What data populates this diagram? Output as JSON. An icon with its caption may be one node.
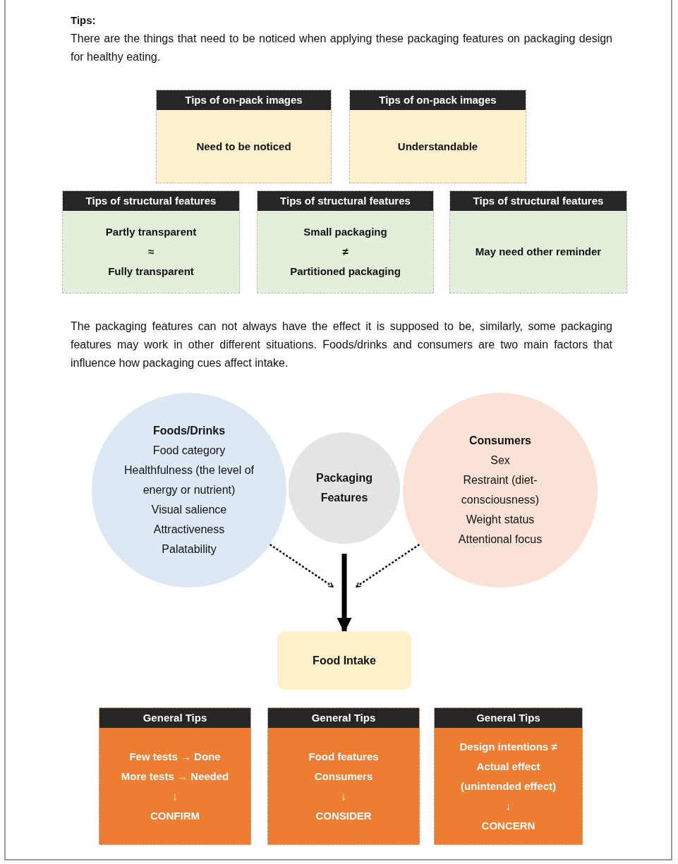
{
  "diagram": {
    "nodes": [
      {
        "text": [
          "Tips of on-pack images",
          "Need to be noticed"
        ]
      },
      {
        "text": [
          "Tips of on-pack images",
          "Understandable"
        ]
      },
      {
        "text": [
          "Tips of structural features",
          "Partly transparent",
          "≈",
          "Fully transparent"
        ]
      },
      {
        "text": [
          "Tips of structural features",
          "Small packaging",
          "≠",
          "Partitioned packaging"
        ]
      },
      {
        "text": [
          "Tips of structural features",
          "May need other reminder"
        ]
      },
      {
        "text": [
          "Foods/Drinks",
          "Food category",
          "Healthfulness (the level of energy or nutrient)",
          "Visual salience",
          "Attractiveness",
          "Palatability"
        ]
      },
      {
        "text": [
          "Packaging Features"
        ]
      },
      {
        "text": [
          "Consumers",
          "Sex",
          "Restraint (diet-consciousness)",
          "Weight status",
          "Attentional focus"
        ]
      },
      {
        "text": [
          "Food Intake"
        ]
      },
      {
        "text": [
          "General Tips",
          "Few tests → Done",
          "More tests → Needed",
          "↓",
          "CONFIRM"
        ]
      },
      {
        "text": [
          "General Tips",
          "Food features",
          "Consumers",
          "↓",
          "CONSIDER"
        ]
      },
      {
        "text": [
          "General Tips",
          "Design intentions ≠",
          "Actual effect",
          "(unintended effect)",
          "↓",
          "CONCERN"
        ]
      }
    ],
    "edges": [
      {
        "from": 6,
        "to": 8,
        "arrow": "to",
        "style": "thick"
      },
      {
        "from": 5,
        "to": null,
        "arrow": "to",
        "style": "dashed"
      },
      {
        "from": 7,
        "to": null,
        "arrow": "to",
        "style": "dashed"
      }
    ],
    "labels": [
      "Tips:",
      "There are the things that need to be noticed when applying these packaging features on packaging design for healthy eating.",
      "The packaging features can not always have the effect it is supposed to be, similarly, some packaging features may work in other different situations. Foods/drinks and consumers are two main factors that influence how packaging cues affect intake."
    ]
  }
}
